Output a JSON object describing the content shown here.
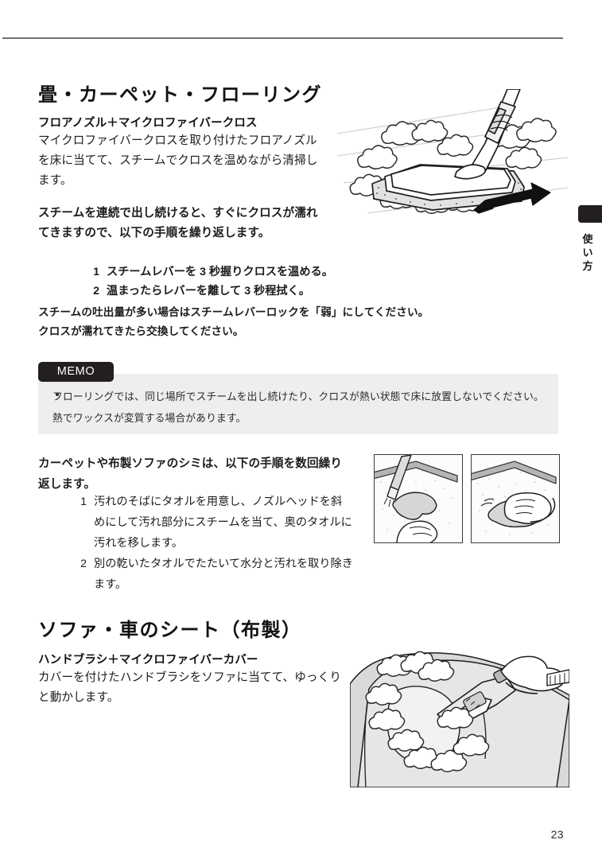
{
  "page": {
    "number": "23",
    "side_tab_label": "使い方"
  },
  "section1": {
    "heading": "畳・カーペット・フローリング",
    "subheading": "フロアノズル＋マイクロファイバークロス",
    "body": "マイクロファイバークロスを取り付けたフロアノズルを床に当てて、スチームでクロスを温めながら清掃します。",
    "bold_para": "スチームを連続で出し続けると、すぐにクロスが濡れてきますので、以下の手順を繰り返します。",
    "steps": [
      {
        "num": "1",
        "text": "スチームレバーを 3 秒握りクロスを温める。"
      },
      {
        "num": "2",
        "text": "温まったらレバーを離して 3 秒程拭く。"
      }
    ],
    "note_line1": "スチームの吐出量が多い場合はスチームレバーロックを「弱」にしてください。",
    "note_line2": "クロスが濡れてきたら交換してください。",
    "illustration_name": "floor-nozzle-steam-illustration"
  },
  "memo": {
    "tag": "MEMO",
    "text": "フローリングでは、同じ場所でスチームを出し続けたり、クロスが熱い状態で床に放置しないでください。熱でワックスが変質する場合があります。"
  },
  "section2": {
    "bold_para": "カーペットや布製ソファのシミは、以下の手順を数回繰り返します。",
    "steps": [
      {
        "num": "1",
        "text": "汚れのそばにタオルを用意し、ノズルヘッドを斜めにして汚れ部分にスチームを当て、奥のタオルに汚れを移します。"
      },
      {
        "num": "2",
        "text": "別の乾いたタオルでたたいて水分と汚れを取り除きます。"
      }
    ],
    "illustration_name_1": "stain-steam-towel-panel",
    "illustration_name_2": "stain-blot-towel-panel"
  },
  "section3": {
    "heading": "ソファ・車のシート（布製）",
    "subheading": "ハンドブラシ＋マイクロファイバーカバー",
    "body": "カバーを付けたハンドブラシをソファに当てて、ゆっくりと動かします。",
    "illustration_name": "sofa-hand-brush-illustration"
  },
  "colors": {
    "ink": "#1a1a1a",
    "rule": "#6f6f6f",
    "memo_bg": "#eeeeee",
    "tag_bg": "#231f20"
  }
}
